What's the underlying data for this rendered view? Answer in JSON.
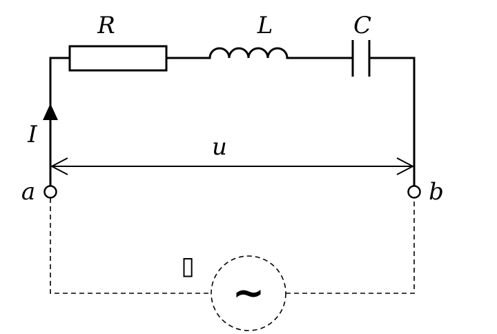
{
  "labels": {
    "resistor": "R",
    "inductor": "L",
    "capacitor": "C",
    "current": "I",
    "voltage": "u",
    "terminal_a": "a",
    "terminal_b": "b",
    "source": "~"
  },
  "unknown_glyph": "▯"
}
